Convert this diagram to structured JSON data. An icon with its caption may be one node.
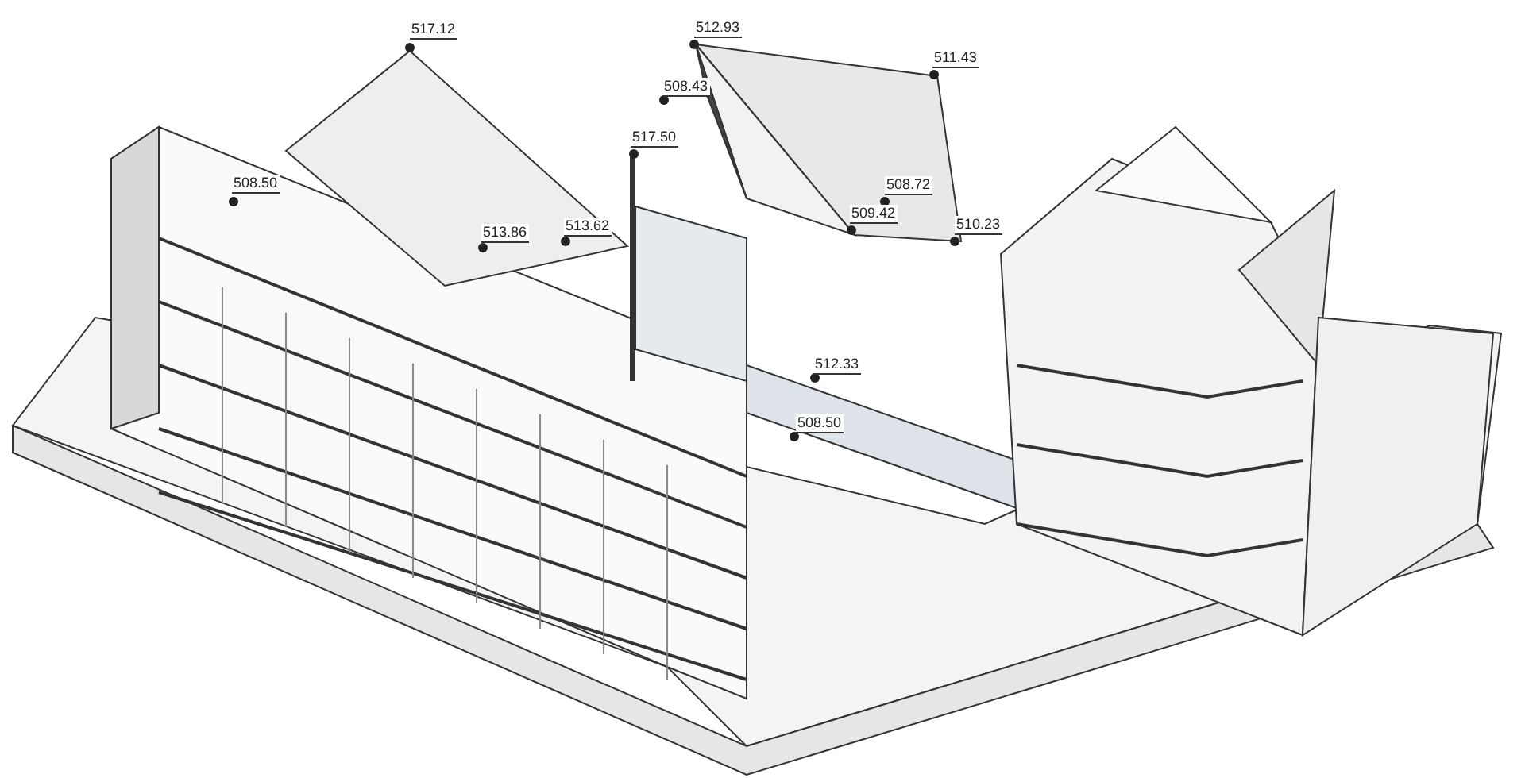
{
  "diagram": {
    "labels": [
      "512.93",
      "517.12",
      "511.43",
      "508.43",
      "517.50",
      "508.50",
      "508.72",
      "509.42",
      "510.23",
      "513.62",
      "513.86",
      "512.33",
      "508.50"
    ]
  }
}
